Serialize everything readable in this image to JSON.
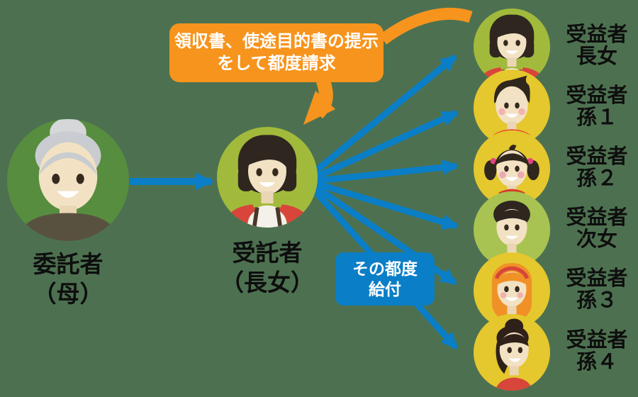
{
  "canvas": {
    "background_color": "#4d7150"
  },
  "colors": {
    "arrow_blue": "#0a7ec7",
    "accent_orange": "#f7941d",
    "label_text": "#0e0e0e",
    "bubble_text": "#ffffff",
    "yellow_circle": "#e5c72e",
    "olive_circle": "#a2ba3b",
    "green_circle": "#578d3e",
    "light_green_circle": "#a8c351"
  },
  "trustor": {
    "label_line1": "委託者",
    "label_line2": "（母）",
    "avatar_icon": "elderly-woman-avatar",
    "circle_color": "#578d3e"
  },
  "trustee": {
    "label_line1": "受託者",
    "label_line2": "（長女）",
    "avatar_icon": "woman-bob-avatar",
    "circle_color": "#a2ba3b"
  },
  "request_bubble": {
    "line1": "領収書、使途目的書の提示",
    "line2": "をして都度請求",
    "color": "#f7941d"
  },
  "payment_label": {
    "line1": "その都度",
    "line2": "給付",
    "color": "#0a7ec7"
  },
  "beneficiaries": [
    {
      "line1": "受益者",
      "line2": "長女",
      "avatar_icon": "woman-bob-avatar",
      "circle_color": "#a2ba3b"
    },
    {
      "line1": "受益者",
      "line2": "孫１",
      "avatar_icon": "boy-avatar",
      "circle_color": "#e5c72e"
    },
    {
      "line1": "受益者",
      "line2": "孫２",
      "avatar_icon": "girl-pigtails-avatar",
      "circle_color": "#e5c72e"
    },
    {
      "line1": "受益者",
      "line2": "次女",
      "avatar_icon": "short-hair-woman-avatar",
      "circle_color": "#a8c351"
    },
    {
      "line1": "受益者",
      "line2": "孫３",
      "avatar_icon": "girl-redhead-avatar",
      "circle_color": "#e5c72e"
    },
    {
      "line1": "受益者",
      "line2": "孫４",
      "avatar_icon": "girl-ponytail-avatar",
      "circle_color": "#e5c72e"
    }
  ]
}
